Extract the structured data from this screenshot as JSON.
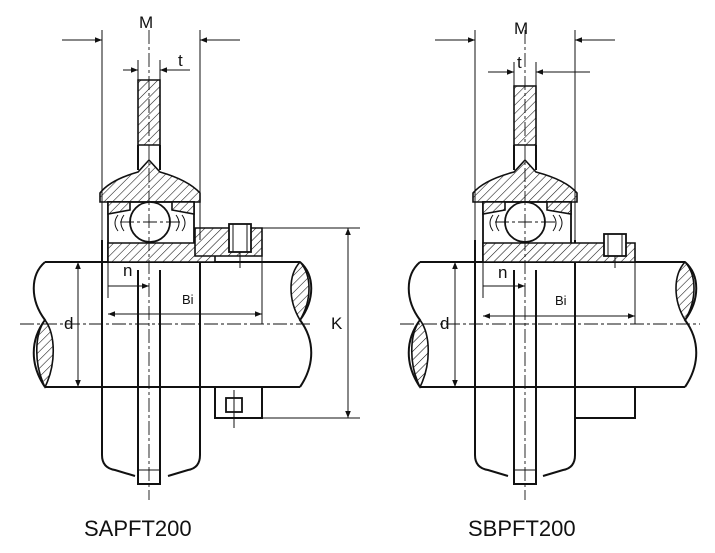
{
  "drawings": [
    {
      "model": "SAPFT200",
      "variant": "A",
      "dimension_labels": {
        "M": "M",
        "t": "t",
        "n": "n",
        "Bi": "Bi",
        "d": "d",
        "K": "K"
      }
    },
    {
      "model": "SBPFT200",
      "variant": "B",
      "dimension_labels": {
        "M": "M",
        "t": "t",
        "n": "n",
        "Bi": "Bi",
        "d": "d"
      }
    }
  ],
  "colors": {
    "line": "#111111",
    "background": "#ffffff"
  }
}
